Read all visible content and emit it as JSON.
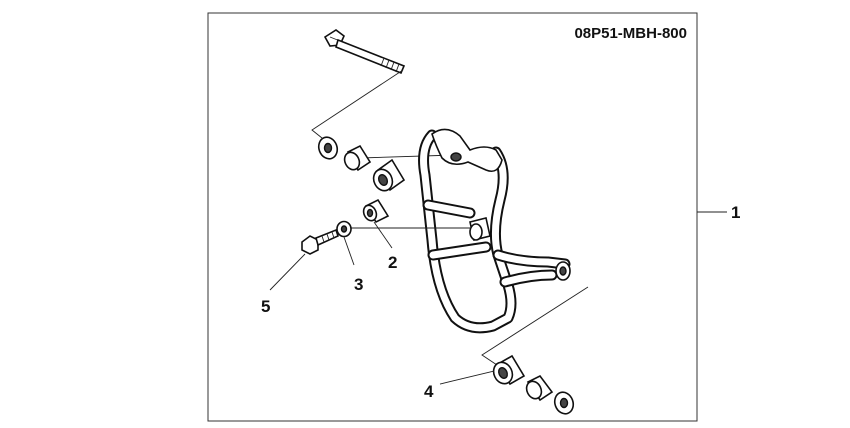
{
  "diagram": {
    "part_number": "08P51-MBH-800",
    "callouts": {
      "c1": "1",
      "c2": "2",
      "c3": "3",
      "c4": "4",
      "c5": "5"
    }
  }
}
